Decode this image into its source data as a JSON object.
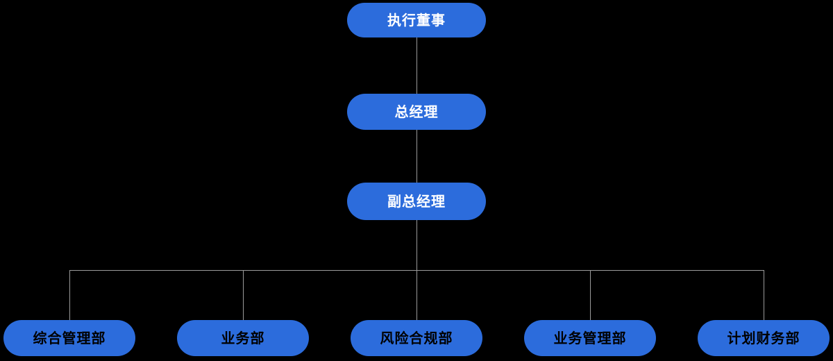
{
  "diagram": {
    "type": "org-chart",
    "colors": {
      "background": "#000000",
      "node_fill": "#2C6CDC",
      "top_node_text": "#FFFFFF",
      "dept_node_text": "#000000",
      "connector": "#9B9B9B"
    },
    "nodes": {
      "executive_director": "执行董事",
      "general_manager": "总经理",
      "deputy_general_manager": "副总经理",
      "dept_1": "综合管理部",
      "dept_2": "业务部",
      "dept_3": "风险合规部",
      "dept_4": "业务管理部",
      "dept_5": "计划财务部"
    },
    "edges": [
      {
        "from": "执行董事",
        "to": "总经理"
      },
      {
        "from": "总经理",
        "to": "副总经理"
      },
      {
        "from": "副总经理",
        "to": "综合管理部"
      },
      {
        "from": "副总经理",
        "to": "业务部"
      },
      {
        "from": "副总经理",
        "to": "风险合规部"
      },
      {
        "from": "副总经理",
        "to": "业务管理部"
      },
      {
        "from": "副总经理",
        "to": "计划财务部"
      }
    ]
  }
}
